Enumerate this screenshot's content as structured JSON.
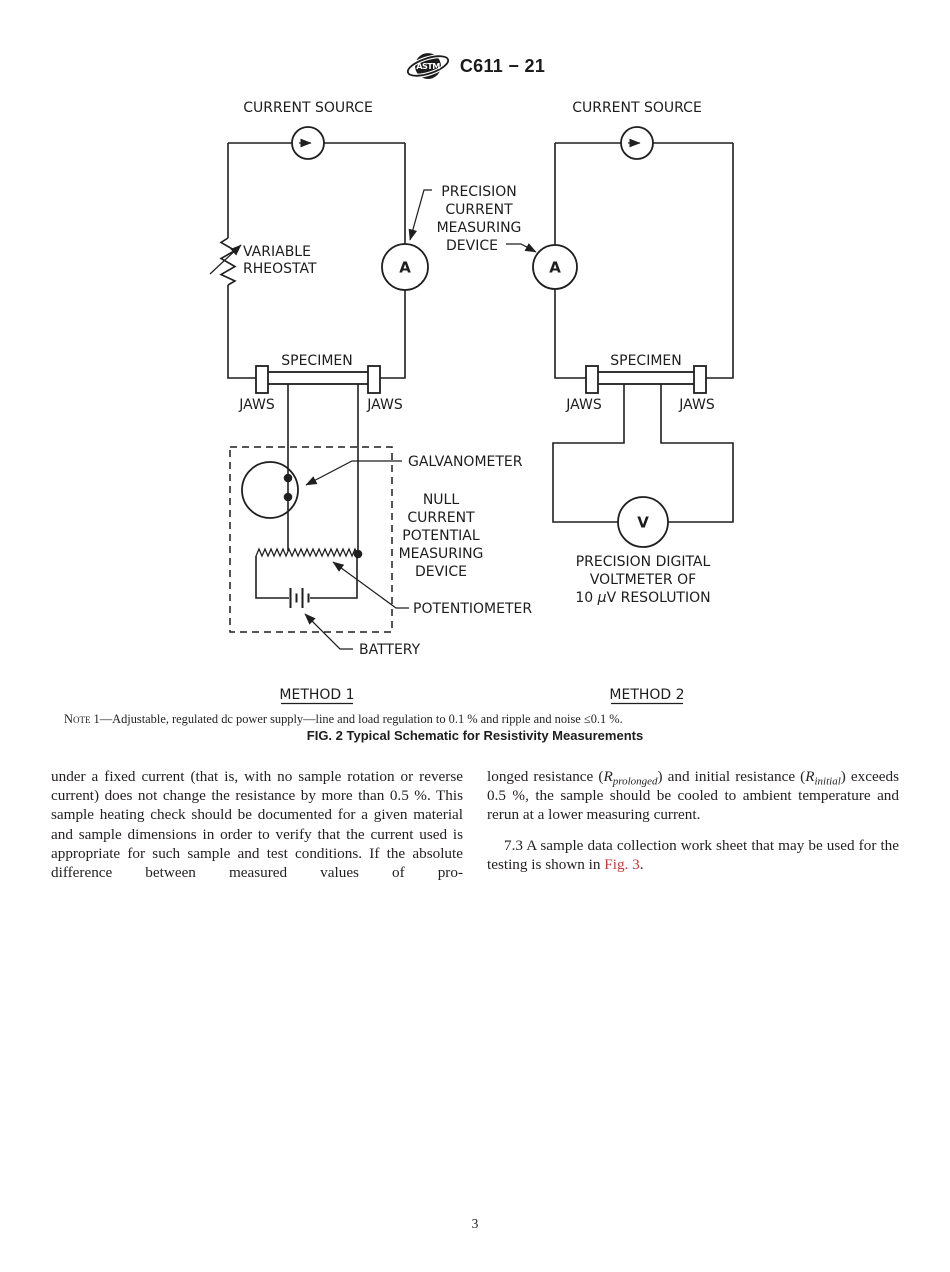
{
  "colors": {
    "ink": "#231f20",
    "link_red": "#c5383c",
    "diagram_line": "#1f1f1f"
  },
  "header": {
    "designation": "C611 − 21",
    "logo": "astm-logo"
  },
  "fig": {
    "m1": {
      "current_source": "CURRENT SOURCE",
      "rheostat_l1": "VARIABLE",
      "rheostat_l2": "RHEOSTAT",
      "ammeter": "A",
      "specimen": "SPECIMEN",
      "jaws_left": "JAWS",
      "jaws_right": "JAWS",
      "galvanometer": "GALVANOMETER",
      "null_l1": "NULL",
      "null_l2": "CURRENT",
      "null_l3": "POTENTIAL",
      "null_l4": "MEASURING",
      "null_l5": "DEVICE",
      "potentiometer": "POTENTIOMETER",
      "battery": "BATTERY",
      "method": "METHOD 1"
    },
    "pcmd_l1": "PRECISION",
    "pcmd_l2": "CURRENT",
    "pcmd_l3": "MEASURING",
    "pcmd_l4": "DEVICE",
    "m2": {
      "current_source": "CURRENT SOURCE",
      "ammeter": "A",
      "specimen": "SPECIMEN",
      "jaws_left": "JAWS",
      "jaws_right": "JAWS",
      "voltmeter": "V",
      "volt_l1": "PRECISION DIGITAL",
      "volt_l2": "VOLTMETER OF",
      "volt_l3a": "10 ",
      "volt_l3b": "µ",
      "volt_l3c": "V RESOLUTION",
      "method": "METHOD 2"
    },
    "note_label": "Note 1",
    "note_text": "—Adjustable, regulated dc power supply—line and load regulation to 0.1 % and ripple and noise ≤0.1 %.",
    "caption": "FIG. 2 Typical Schematic for Resistivity Measurements"
  },
  "body": {
    "left_par": "under a fixed current (that is, with no sample rotation or reverse current) does not change the resistance by more than 0.5 %. This sample heating check should be documented for a given material and sample dimensions in order to verify that the current used is appropriate for such sample and test conditions. If the absolute difference between measured values of pro-",
    "p1_a": "longed resistance (",
    "p1_r1": "R",
    "p1_sub1": "prolonged",
    "p1_b": ") and initial resistance (",
    "p1_r2": "R",
    "p1_sub2": "initial",
    "p1_c": ") exceeds 0.5 %, the sample should be cooled to ambient temperature and rerun at a lower measuring current.",
    "p2_a": "7.3  A sample data collection work sheet that may be used for the testing is shown in ",
    "p2_link": "Fig. 3",
    "p2_b": "."
  },
  "page_number": "3"
}
